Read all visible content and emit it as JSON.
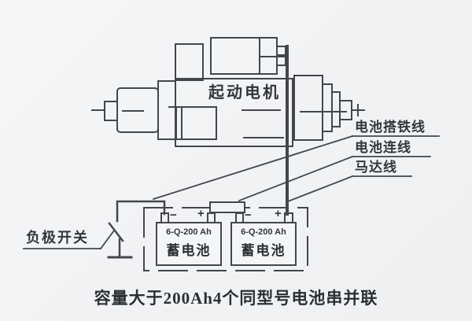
{
  "page": {
    "motor": {
      "label": "起动电机"
    },
    "wire_labels": {
      "battery_ground": "电池搭铁线",
      "battery_link": "电池连线",
      "motor_wire": "马达线"
    },
    "switch": {
      "label": "负极开关"
    },
    "batteries": [
      {
        "model": "6-Q-200 Ah",
        "name": "蓄电池",
        "neg_sign": "−",
        "pos_sign": "+"
      },
      {
        "model": "6-Q-200 Ah",
        "name": "蓄电池",
        "neg_sign": "−",
        "pos_sign": "+"
      }
    ],
    "caption": "容量大于200Ah4个同型号电池串并联",
    "colors": {
      "paper": "#f2f3f5",
      "ink": "#43474c",
      "text": "#2f3338"
    }
  }
}
